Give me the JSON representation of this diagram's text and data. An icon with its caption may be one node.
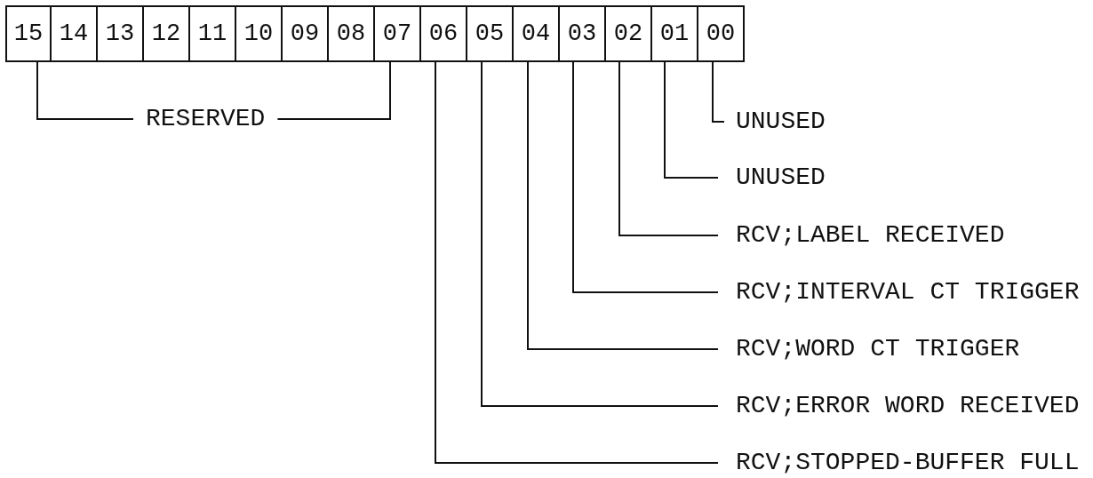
{
  "diagram": {
    "nodes": [
      {
        "text": [
          "15"
        ]
      },
      {
        "text": [
          "14"
        ]
      },
      {
        "text": [
          "13"
        ]
      },
      {
        "text": [
          "12"
        ]
      },
      {
        "text": [
          "11"
        ]
      },
      {
        "text": [
          "10"
        ]
      },
      {
        "text": [
          "09"
        ]
      },
      {
        "text": [
          "08"
        ]
      },
      {
        "text": [
          "07"
        ]
      },
      {
        "text": [
          "06"
        ]
      },
      {
        "text": [
          "05"
        ]
      },
      {
        "text": [
          "04"
        ]
      },
      {
        "text": [
          "03"
        ]
      },
      {
        "text": [
          "02"
        ]
      },
      {
        "text": [
          "01"
        ]
      },
      {
        "text": [
          "00"
        ]
      },
      {
        "text": [
          "RESERVED"
        ]
      },
      {
        "text": [
          "UNUSED"
        ]
      },
      {
        "text": [
          "UNUSED"
        ]
      },
      {
        "text": [
          "RCV;LABEL RECEIVED"
        ]
      },
      {
        "text": [
          "RCV;INTERVAL CT TRIGGER"
        ]
      },
      {
        "text": [
          "RCV;WORD CT TRIGGER"
        ]
      },
      {
        "text": [
          "RCV;ERROR WORD RECEIVED"
        ]
      },
      {
        "text": [
          "RCV;STOPPED-BUFFER FULL"
        ]
      }
    ],
    "edges": [
      {
        "from": 16,
        "to": 0,
        "arrow": "none"
      },
      {
        "from": 16,
        "to": 8,
        "arrow": "none"
      },
      {
        "from": 17,
        "to": 15,
        "arrow": "none"
      },
      {
        "from": 18,
        "to": 14,
        "arrow": "none"
      },
      {
        "from": 19,
        "to": 13,
        "arrow": "none"
      },
      {
        "from": 20,
        "to": 12,
        "arrow": "none"
      },
      {
        "from": 21,
        "to": 11,
        "arrow": "none"
      },
      {
        "from": 22,
        "to": 10,
        "arrow": "none"
      },
      {
        "from": 23,
        "to": 9,
        "arrow": "none"
      }
    ]
  }
}
